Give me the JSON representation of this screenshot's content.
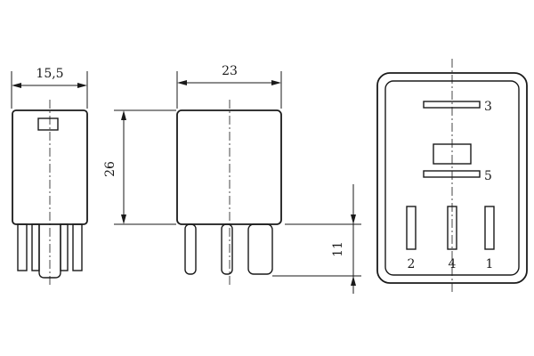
{
  "dimensions": {
    "side_width": "15,5",
    "front_width": "23",
    "body_height": "26",
    "pin_length": "11"
  },
  "pins": {
    "p3": "3",
    "p5": "5",
    "p2": "2",
    "p4": "4",
    "p1": "1"
  }
}
